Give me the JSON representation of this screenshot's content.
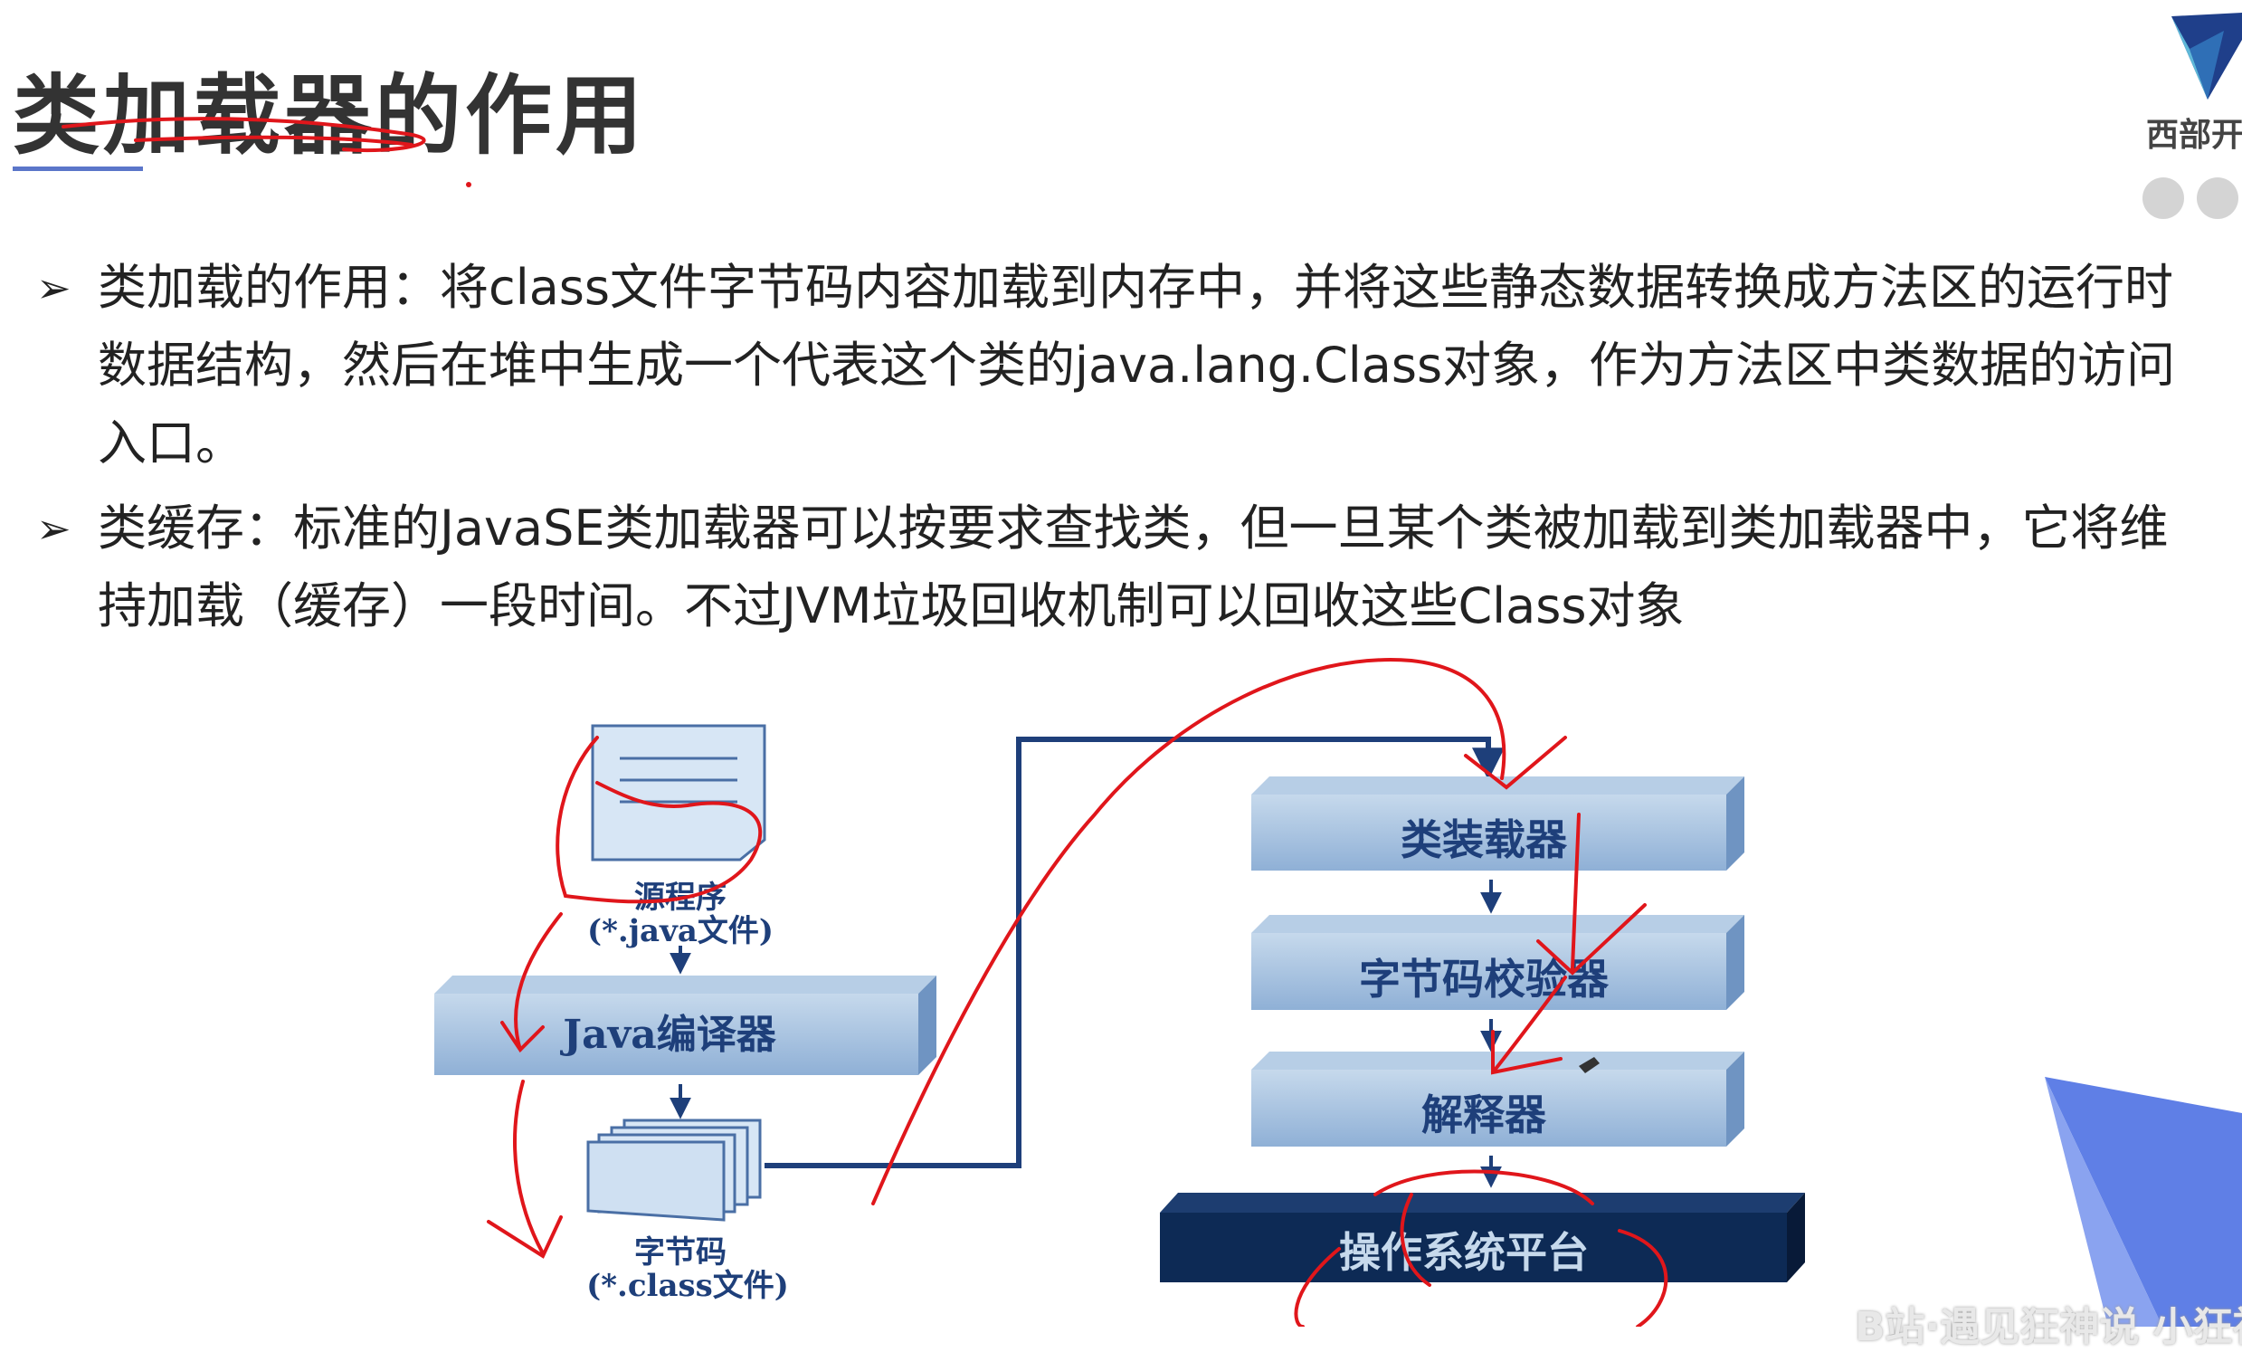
{
  "slide": {
    "title": "类加载器的作用",
    "logo_text": "西部开",
    "watermark": "B站·遇见狂神说 小狂神"
  },
  "bullets": [
    {
      "marker": "➢",
      "lines": [
        "类加载的作用：将class文件字节码内容加载到内存中，并将这些静态数据转换成方法区的运行时",
        "数据结构，然后在堆中生成一个代表这个类的java.lang.Class对象，作为方法区中类数据的访问",
        "入口。"
      ]
    },
    {
      "marker": "➢",
      "lines": [
        "类缓存：标准的JavaSE类加载器可以按要求查找类，但一旦某个类被加载到类加载器中，它将维",
        "持加载（缓存）一段时间。不过JVM垃圾回收机制可以回收这些Class对象"
      ]
    }
  ],
  "diagram": {
    "source_label": "源程序",
    "source_sub": "(*.java文件)",
    "compiler_label": "Java编译器",
    "bytecode_label": "字节码",
    "bytecode_sub": "(*.class文件)",
    "class_loader_label": "类装载器",
    "verifier_label": "字节码校验器",
    "interpreter_label": "解释器",
    "os_label": "操作系统平台"
  },
  "colors": {
    "box_light": "#9fbfdf",
    "box_light_top": "#c6d9ec",
    "box_dark": "#0d2a55",
    "arrow": "#1e3f7a",
    "annotation": "#e0161b",
    "title_rule": "#5b76c9"
  }
}
